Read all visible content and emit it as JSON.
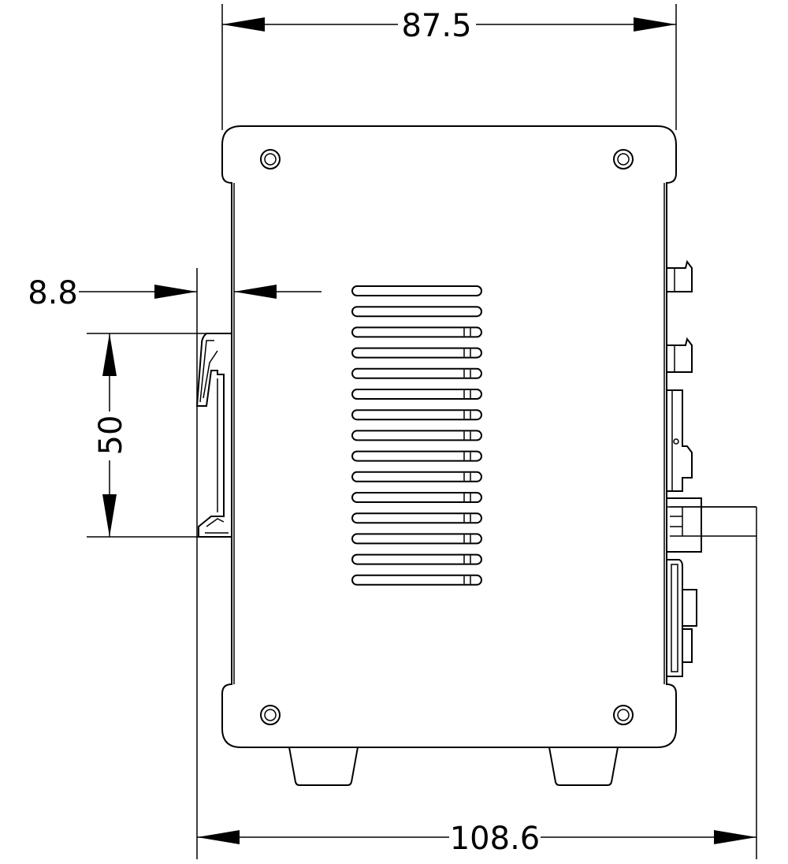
{
  "dimensions": {
    "top_width": "87.5",
    "bottom_width": "108.6",
    "rail_offset": "8.8",
    "rail_height": "50"
  },
  "drawing": {
    "vent_slot_count": 15,
    "mounting_hole_count": 4,
    "foot_count": 2
  },
  "colors": {
    "line": "#000000",
    "background": "#ffffff"
  }
}
